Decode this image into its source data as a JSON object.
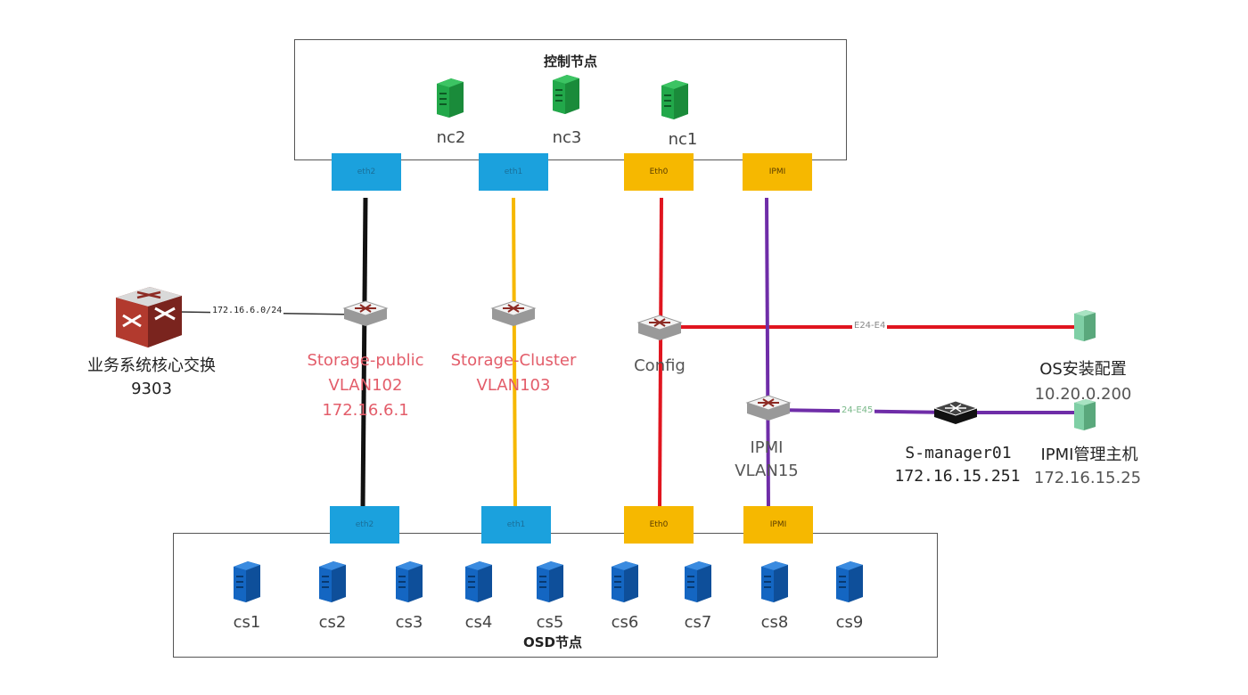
{
  "control_group": {
    "title": "控制节点",
    "nodes": [
      "nc2",
      "nc3",
      "nc1"
    ],
    "ports": [
      "eth2",
      "eth1",
      "Eth0",
      "IPMI"
    ]
  },
  "osd_group": {
    "title": "OSD节点",
    "nodes": [
      "cs1",
      "cs2",
      "cs3",
      "cs4",
      "cs5",
      "cs6",
      "cs7",
      "cs8",
      "cs9"
    ],
    "ports": [
      "eth2",
      "eth1",
      "Eth0",
      "IPMI"
    ]
  },
  "core_switch": {
    "name": "业务系统核心交换",
    "model": "9303",
    "link_label": "172.16.6.0/24"
  },
  "networks": {
    "storage_public": {
      "name": "Storage-public",
      "vlan": "VLAN102",
      "ip": "172.16.6.1",
      "color": "#111111"
    },
    "storage_cluster": {
      "name": "Storage-Cluster",
      "vlan": "VLAN103",
      "color": "#f6b800"
    },
    "config": {
      "name": "Config",
      "color": "#e0151f",
      "link_label": "E24-E4"
    },
    "ipmi": {
      "name": "IPMI",
      "vlan": "VLAN15",
      "color": "#6f2da8",
      "link_label": "24-E45"
    }
  },
  "os_install": {
    "title": "OS安装配置",
    "ip": "10.20.0.200"
  },
  "s_manager": {
    "name": "S-manager01",
    "ip": "172.16.15.251"
  },
  "ipmi_host": {
    "title": "IPMI管理主机",
    "ip": "172.16.15.25"
  },
  "colors": {
    "port_blue": "#1ba1dd",
    "port_orange": "#f6b800",
    "server_green": "#22a84a",
    "server_blue": "#1466c2",
    "server_teal": "#7fcfa5",
    "label_red": "#e35d6a"
  }
}
